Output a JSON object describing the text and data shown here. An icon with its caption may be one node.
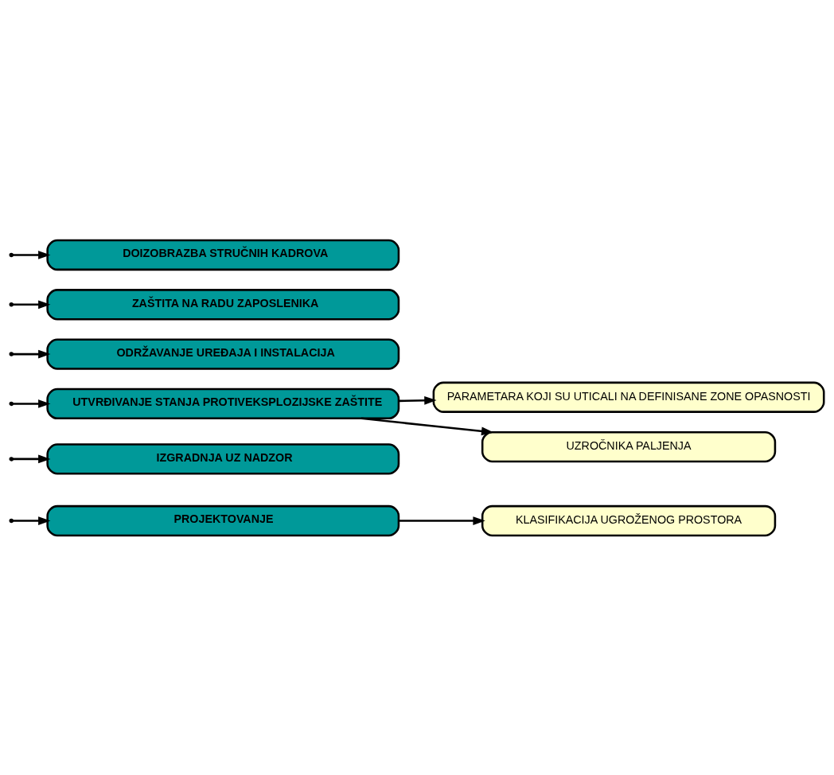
{
  "diagram": {
    "nodes": [
      {
        "text": [
          "KLASIFIKACIJA UGROŽENOG PROSTORA"
        ]
      },
      {
        "text": [
          "PROJEKTOVANJE"
        ]
      },
      {
        "text": [
          "IZGRADNJA UZ NADZOR"
        ]
      },
      {
        "text": [
          "UTVRĐIVANJE STANJA PROTIVEKSPLOZIJSKE ZAŠTITE"
        ]
      },
      {
        "text": [
          "PARAMETARA KOJI SU UTICALI NA DEFINISANE ZONE OPASNOSTI"
        ]
      },
      {
        "text": [
          "UZROČNIKA PALJENJA"
        ]
      },
      {
        "text": [
          "ODRŽAVANJE UREĐAJA I INSTALACIJA"
        ]
      },
      {
        "text": [
          "ZAŠTITA NA RADU ZAPOSLENIKA"
        ]
      },
      {
        "text": [
          "DOIZOBRAZBA STRUČNIH KADROVA"
        ]
      }
    ],
    "edges": [
      {
        "from": null,
        "to": 1,
        "arrow": "to"
      },
      {
        "from": 1,
        "to": 0,
        "arrow": "to"
      },
      {
        "from": null,
        "to": 2,
        "arrow": "to"
      },
      {
        "from": null,
        "to": 3,
        "arrow": "to"
      },
      {
        "from": 3,
        "to": 4,
        "arrow": "to"
      },
      {
        "from": 3,
        "to": 5,
        "arrow": "to"
      },
      {
        "from": null,
        "to": 6,
        "arrow": "to"
      },
      {
        "from": null,
        "to": 7,
        "arrow": "to"
      },
      {
        "from": null,
        "to": 8,
        "arrow": "to"
      }
    ]
  }
}
